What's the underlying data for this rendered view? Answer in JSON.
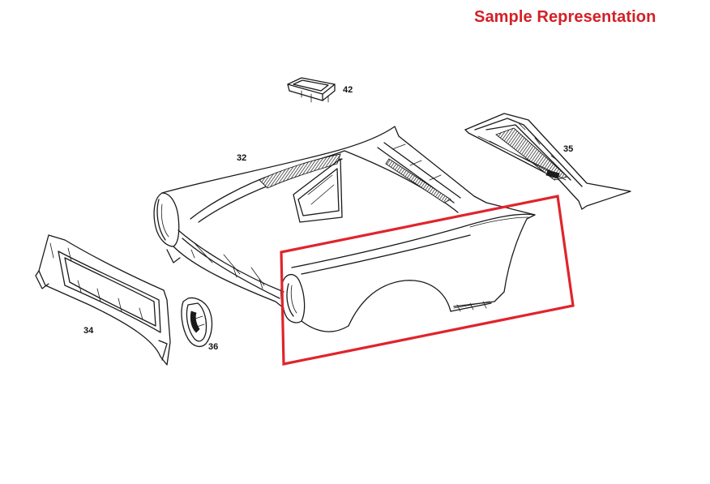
{
  "banner": {
    "text": "Sample Representation",
    "color": "#d42027"
  },
  "highlight": {
    "color": "#e0242b"
  },
  "callouts": {
    "part_42": "42",
    "part_32": "32",
    "part_35": "35",
    "part_34": "34",
    "part_36": "36"
  }
}
